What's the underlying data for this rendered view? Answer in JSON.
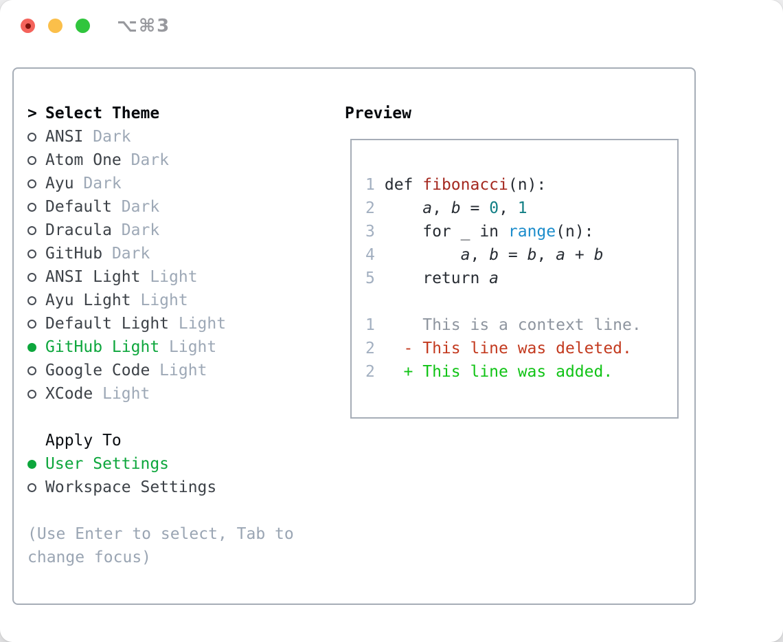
{
  "colors": {
    "border": "#a6adb7",
    "accent_green": "#0da63c",
    "text_dark": "#3d4248",
    "muted": "#9da8b6",
    "hint": "#9aa5b3",
    "gutter": "#a2afc0",
    "code_fg": "#272c33",
    "code_func_red": "#a4281f",
    "code_number_teal": "#107e84",
    "code_builtin_blue": "#1b8ccb",
    "diff_context": "#8e959f",
    "diff_deleted": "#c33a1f",
    "diff_added": "#11c316",
    "traffic_red": "#f4635b",
    "traffic_red_dot": "#7e120c",
    "traffic_yellow": "#fbbf4a",
    "traffic_green": "#30c53d"
  },
  "titlebar": {
    "shortcut": "⌥⌘3"
  },
  "sidebar": {
    "header": {
      "marker": ">",
      "label": "Select Theme"
    },
    "themes": [
      {
        "name": "ANSI",
        "kind": "Dark",
        "selected": false
      },
      {
        "name": "Atom One",
        "kind": "Dark",
        "selected": false
      },
      {
        "name": "Ayu",
        "kind": "Dark",
        "selected": false
      },
      {
        "name": "Default",
        "kind": "Dark",
        "selected": false
      },
      {
        "name": "Dracula",
        "kind": "Dark",
        "selected": false
      },
      {
        "name": "GitHub",
        "kind": "Dark",
        "selected": false
      },
      {
        "name": "ANSI Light",
        "kind": "Light",
        "selected": false
      },
      {
        "name": "Ayu Light",
        "kind": "Light",
        "selected": false
      },
      {
        "name": "Default Light",
        "kind": "Light",
        "selected": false
      },
      {
        "name": "GitHub Light",
        "kind": "Light",
        "selected": true
      },
      {
        "name": "Google Code",
        "kind": "Light",
        "selected": false
      },
      {
        "name": "XCode",
        "kind": "Light",
        "selected": false
      }
    ],
    "apply_to": {
      "label": "Apply To",
      "options": [
        {
          "name": "User Settings",
          "selected": true
        },
        {
          "name": "Workspace Settings",
          "selected": false
        }
      ]
    },
    "hint_lines": [
      "(Use Enter to select, Tab to",
      "change focus)"
    ]
  },
  "preview": {
    "title": "Preview",
    "lines": [
      {
        "num": "1",
        "tokens": [
          {
            "t": " def ",
            "s": "fg"
          },
          {
            "t": "fibonacci",
            "s": "func"
          },
          {
            "t": "(n):",
            "s": "fg"
          }
        ]
      },
      {
        "num": "2",
        "tokens": [
          {
            "t": "     ",
            "s": "fg"
          },
          {
            "t": "a",
            "s": "var"
          },
          {
            "t": ", ",
            "s": "fg"
          },
          {
            "t": "b",
            "s": "var"
          },
          {
            "t": " = ",
            "s": "fg"
          },
          {
            "t": "0",
            "s": "num"
          },
          {
            "t": ", ",
            "s": "fg"
          },
          {
            "t": "1",
            "s": "num"
          }
        ]
      },
      {
        "num": "3",
        "tokens": [
          {
            "t": "     for _ in ",
            "s": "fg"
          },
          {
            "t": "range",
            "s": "builtin"
          },
          {
            "t": "(n):",
            "s": "fg"
          }
        ]
      },
      {
        "num": "4",
        "tokens": [
          {
            "t": "         ",
            "s": "fg"
          },
          {
            "t": "a",
            "s": "var"
          },
          {
            "t": ", ",
            "s": "fg"
          },
          {
            "t": "b",
            "s": "var"
          },
          {
            "t": " = ",
            "s": "fg"
          },
          {
            "t": "b",
            "s": "var"
          },
          {
            "t": ", ",
            "s": "fg"
          },
          {
            "t": "a",
            "s": "var"
          },
          {
            "t": " + ",
            "s": "fg"
          },
          {
            "t": "b",
            "s": "var"
          }
        ]
      },
      {
        "num": "5",
        "tokens": [
          {
            "t": "     return ",
            "s": "fg"
          },
          {
            "t": "a",
            "s": "var"
          }
        ]
      },
      {
        "num": "",
        "tokens": []
      },
      {
        "num": "1",
        "tokens": [
          {
            "t": "     This is a context line.",
            "s": "ctx"
          }
        ]
      },
      {
        "num": "2",
        "tokens": [
          {
            "t": "   - This line was deleted.",
            "s": "del"
          }
        ]
      },
      {
        "num": "2",
        "tokens": [
          {
            "t": "   + This line was added.",
            "s": "add"
          }
        ]
      }
    ]
  }
}
